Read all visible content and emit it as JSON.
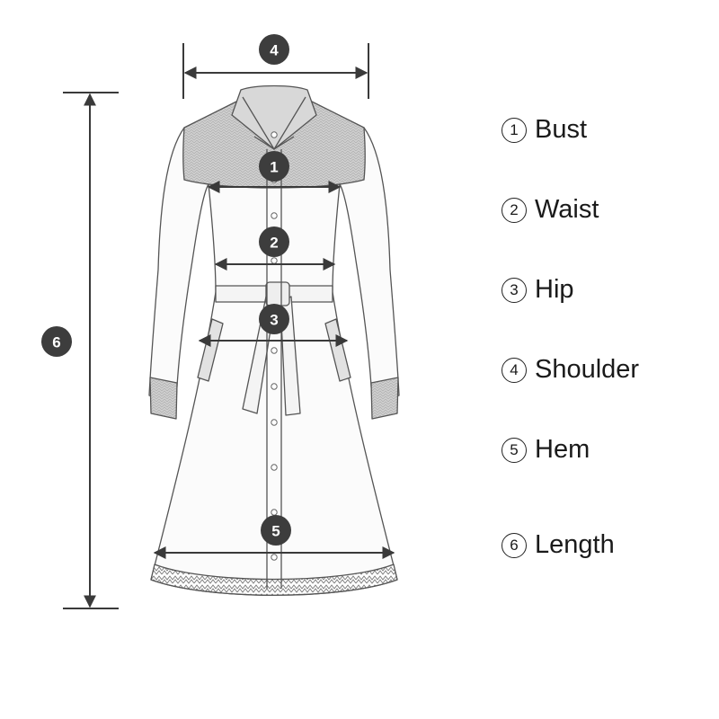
{
  "diagram": {
    "colors": {
      "line": "#3a3a3a",
      "badge": "#3d3d3d",
      "garment_shade": "#c9c9c9",
      "garment_fill": "#fbfbfb",
      "text": "#1a1a1a"
    },
    "markers": [
      {
        "number": "1"
      },
      {
        "number": "2"
      },
      {
        "number": "3"
      },
      {
        "number": "4"
      },
      {
        "number": "5"
      },
      {
        "number": "6"
      }
    ],
    "legend": [
      {
        "number": "1",
        "label": "Bust"
      },
      {
        "number": "2",
        "label": "Waist"
      },
      {
        "number": "3",
        "label": "Hip"
      },
      {
        "number": "4",
        "label": "Shoulder"
      },
      {
        "number": "5",
        "label": "Hem"
      },
      {
        "number": "6",
        "label": "Length"
      }
    ]
  }
}
